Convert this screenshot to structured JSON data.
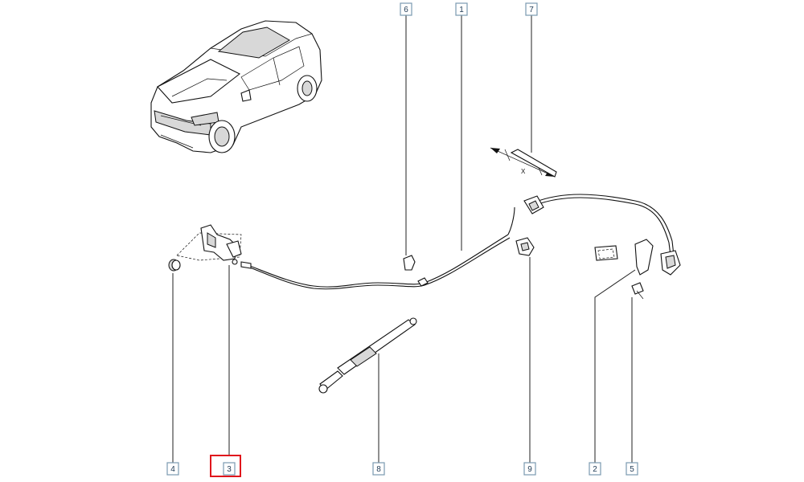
{
  "callouts": [
    {
      "id": "c6",
      "label": "6"
    },
    {
      "id": "c1",
      "label": "1"
    },
    {
      "id": "c7",
      "label": "7"
    },
    {
      "id": "c4",
      "label": "4"
    },
    {
      "id": "c3",
      "label": "3"
    },
    {
      "id": "c8",
      "label": "8"
    },
    {
      "id": "c9",
      "label": "9"
    },
    {
      "id": "c2",
      "label": "2"
    },
    {
      "id": "c5",
      "label": "5"
    }
  ],
  "dimension_label": "X",
  "highlight_color": "#e0161c",
  "callout_border_color": "#7a9ab0"
}
